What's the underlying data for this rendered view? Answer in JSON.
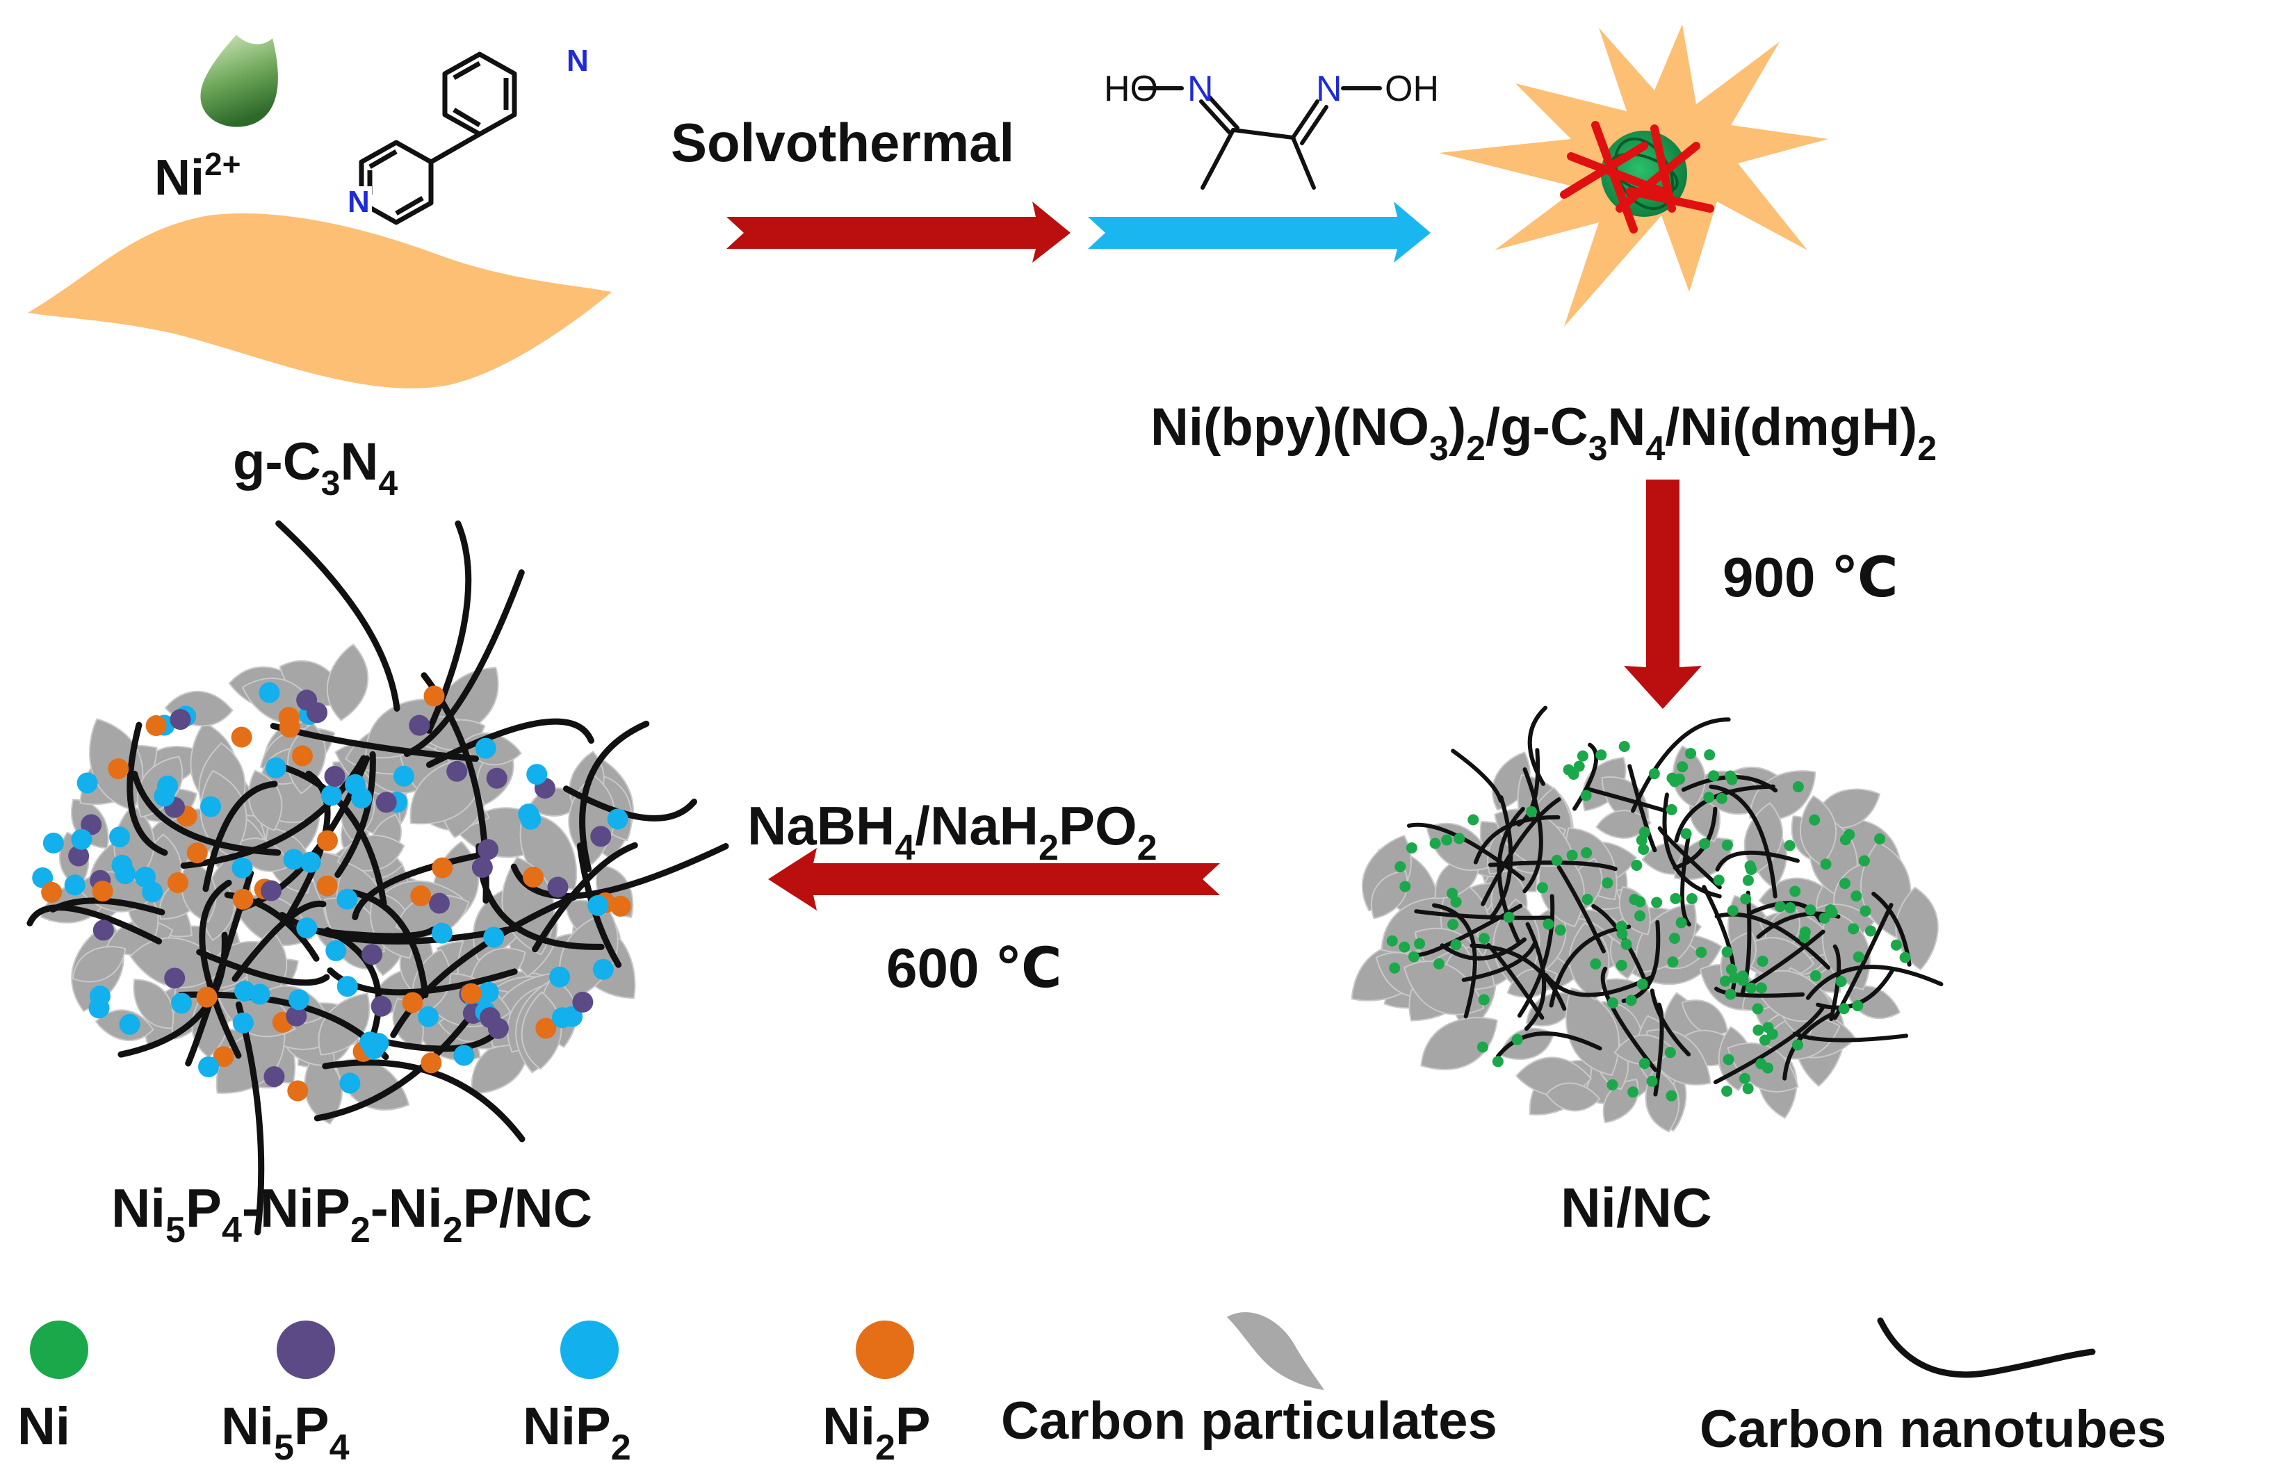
{
  "precursor": {
    "ion": "Ni",
    "ion_charge": "2+",
    "ligand_atom": "N",
    "substrate": {
      "main": "g-C",
      "sub1": "3",
      "mid": "N",
      "sub2": "4"
    }
  },
  "steps": {
    "solvothermal": "Solvothermal",
    "oxime": {
      "left_group": "HO",
      "right_group": "OH",
      "n": "N"
    },
    "heat_900": "900 ℃",
    "reagent": {
      "a": "NaBH",
      "a_sub": "4",
      "b": "/NaH",
      "b_sub": "2",
      "c": "PO",
      "c_sub": "2"
    },
    "heat_600": "600 ℃"
  },
  "products": {
    "intermediate": {
      "t1": "Ni(bpy)(NO",
      "s1": "3",
      "t2": ")",
      "s2": "2",
      "t3": "/g-C",
      "s3": "3",
      "t4": "N",
      "s4": "4",
      "t5": "/Ni(dmgH)",
      "s5": "2"
    },
    "ni_nc": "Ni/NC",
    "final": {
      "t1": "Ni",
      "s1": "5",
      "t2": "P",
      "s2": "4",
      "t3": "-NiP",
      "s3": "2",
      "t4": "-Ni",
      "s4": "2",
      "t5": "P/NC"
    }
  },
  "legend": [
    {
      "id": "ni",
      "label": "Ni",
      "color": "#1aa84a"
    },
    {
      "id": "ni5p4",
      "label": "Ni",
      "sub1": "5",
      "label2": "P",
      "sub2": "4",
      "color": "#5c4a86"
    },
    {
      "id": "nip2",
      "label": "NiP",
      "sub1": "2",
      "color": "#12b0ec"
    },
    {
      "id": "ni2p",
      "label": "Ni",
      "sub1": "2",
      "label2": "P",
      "color": "#e46f17"
    },
    {
      "id": "carbon-particulates",
      "label": "Carbon particulates",
      "color": "#a8a8a8"
    },
    {
      "id": "carbon-nanotubes",
      "label": "Carbon nanotubes",
      "color": "#111111"
    }
  ],
  "colors": {
    "sheet": "#fcbf74",
    "red_arrow": "#bb0e0e",
    "blue_arrow": "#1ab6ef",
    "particle_grey": "#a6a6a6",
    "tube": "#111111",
    "ni": "#1aa84a",
    "ni5p4": "#5c4a86",
    "nip2": "#12b0ec",
    "ni2p": "#e46f17",
    "drop": "#5e9a4a"
  }
}
